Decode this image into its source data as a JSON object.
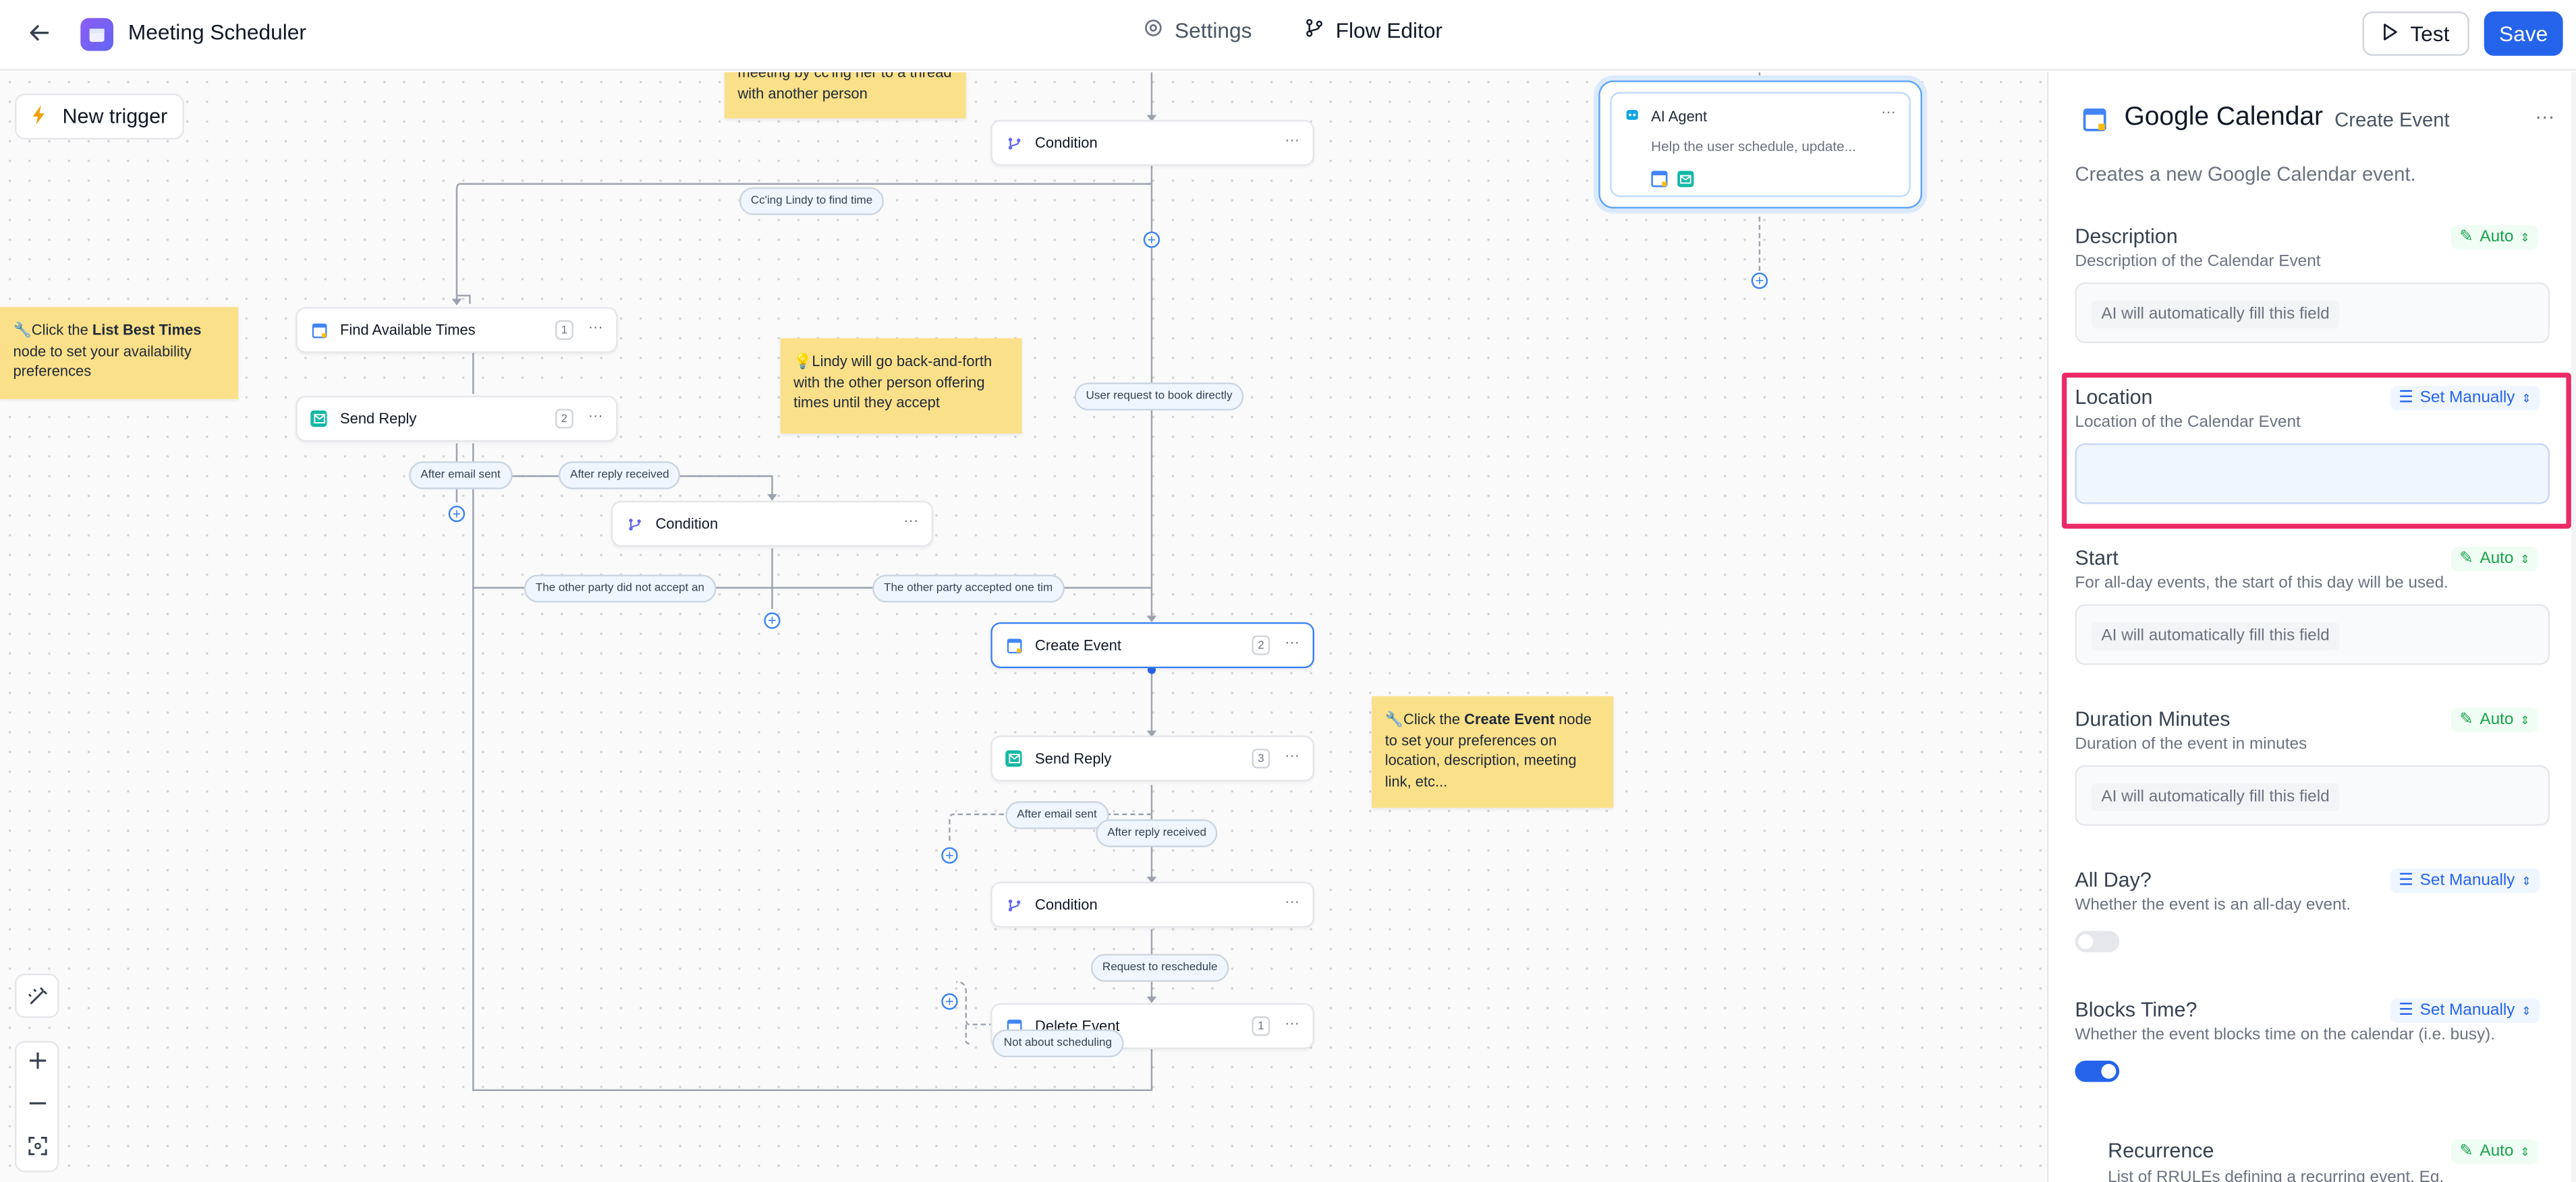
{
  "app": {
    "title": "Meeting Scheduler"
  },
  "nav": {
    "settings": "Settings",
    "flow_editor": "Flow Editor"
  },
  "actions": {
    "test": "Test",
    "save": "Save"
  },
  "canvas": {
    "new_trigger": "New trigger",
    "ai_agent": {
      "title": "AI Agent",
      "description": "Help the user schedule, update..."
    },
    "nodes": {
      "condition_top": "Condition",
      "find_times": {
        "label": "Find Available Times",
        "badge": "1"
      },
      "send_reply_1": {
        "label": "Send Reply",
        "badge": "2"
      },
      "condition_mid": "Condition",
      "create_event": {
        "label": "Create Event",
        "badge": "2"
      },
      "send_reply_2": {
        "label": "Send Reply",
        "badge": "3"
      },
      "condition_low": "Condition",
      "delete_event": {
        "label": "Delete Event",
        "badge": "1"
      }
    },
    "edge_labels": {
      "ccing": "Cc'ing Lindy to find time",
      "user_request": "User request to book directly",
      "after_email_1": "After email sent",
      "after_reply_1": "After reply received",
      "did_not_accept": "The other party did not accept an",
      "accepted_one": "The other party accepted one tim",
      "after_email_2": "After email sent",
      "after_reply_2": "After reply received",
      "reschedule": "Request to reschedule",
      "not_about": "Not about scheduling"
    },
    "notes": {
      "top_note": "meeting by cc'ing her to a thread with another person",
      "list_best_prefix": "🔧Click the ",
      "list_best_bold": "List Best Times",
      "list_best_suffix": " node to set your availability preferences",
      "lindy_note": "💡Lindy will go back-and-forth with the other person offering times until they accept",
      "create_prefix": "🔧Click the ",
      "create_bold": "Create Event",
      "create_suffix": " node to set your preferences on location, description, meeting link, etc..."
    }
  },
  "panel": {
    "title": "Google Calendar",
    "subtitle": "Create Event",
    "description": "Creates a new Google Calendar event.",
    "auto_fill_text": "AI will automatically fill this field",
    "mode_auto": "Auto",
    "mode_manual": "Set Manually",
    "fields": {
      "description": {
        "label": "Description",
        "help": "Description of the Calendar Event"
      },
      "location": {
        "label": "Location",
        "help": "Location of the Calendar Event",
        "value": ""
      },
      "start": {
        "label": "Start",
        "help": "For all-day events, the start of this day will be used."
      },
      "duration": {
        "label": "Duration Minutes",
        "help": "Duration of the event in minutes"
      },
      "all_day": {
        "label": "All Day?",
        "help": "Whether the event is an all-day event.",
        "checked": false
      },
      "blocks_time": {
        "label": "Blocks Time?",
        "help": "Whether the event blocks time on the calendar (i.e. busy).",
        "checked": true
      },
      "recurrence": {
        "label": "Recurrence",
        "help": "List of RRULEs defining a recurring event. Eg."
      }
    }
  },
  "colors": {
    "accent": "#2563eb",
    "highlight": "#ec2a66",
    "note": "#fbe08a",
    "auto": "#16a34a"
  }
}
